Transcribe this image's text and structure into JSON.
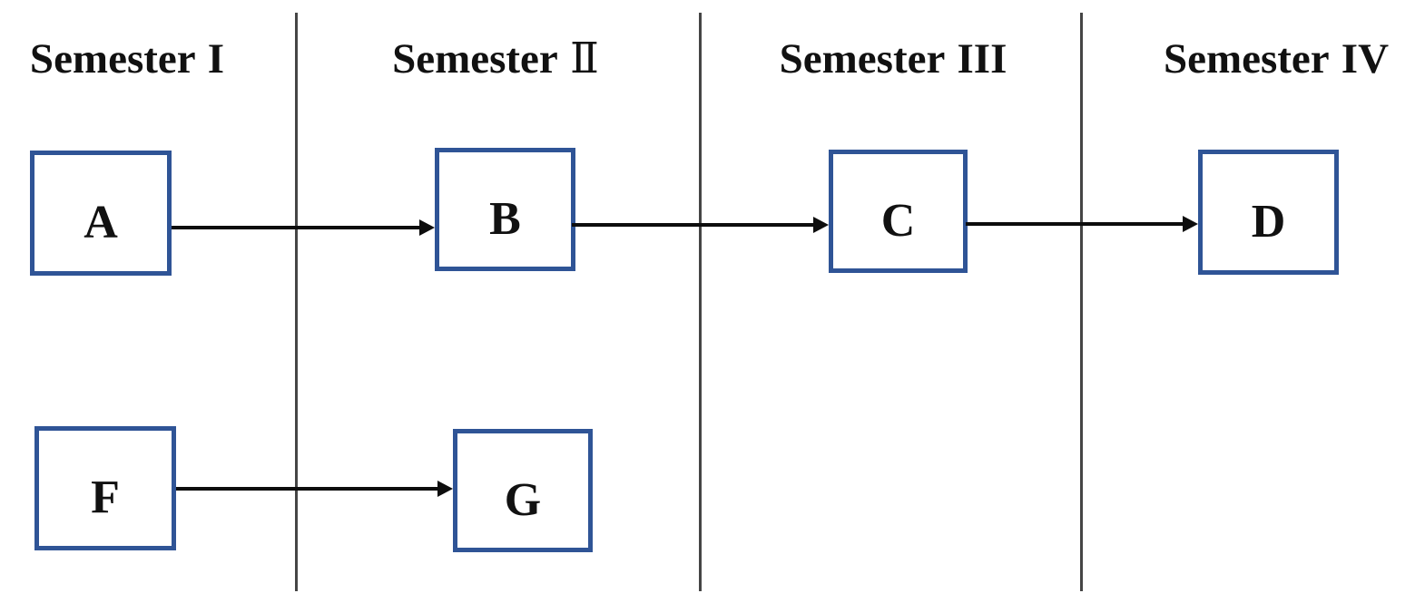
{
  "diagram": {
    "type": "curriculum-flowchart",
    "columns": [
      {
        "word": "Semester",
        "numeral": "I",
        "label": "Semester I"
      },
      {
        "word": "Semester",
        "numeral": "Ⅱ",
        "label": "Semester Ⅱ"
      },
      {
        "word": "Semester",
        "numeral": "III",
        "label": "Semester III"
      },
      {
        "word": "Semester",
        "numeral": "IV",
        "label": "Semester IV"
      }
    ],
    "nodes": [
      {
        "label": "A",
        "semester": "Semester I",
        "row": "top"
      },
      {
        "label": "B",
        "semester": "Semester II",
        "row": "top"
      },
      {
        "label": "C",
        "semester": "Semester III",
        "row": "top"
      },
      {
        "label": "D",
        "semester": "Semester IV",
        "row": "top"
      },
      {
        "label": "F",
        "semester": "Semester I",
        "row": "bottom"
      },
      {
        "label": "G",
        "semester": "Semester II",
        "row": "bottom"
      }
    ],
    "edges": [
      {
        "from": "A",
        "to": "B"
      },
      {
        "from": "B",
        "to": "C"
      },
      {
        "from": "C",
        "to": "D"
      },
      {
        "from": "F",
        "to": "G"
      }
    ],
    "colors": {
      "box_border": "#2f5496",
      "box_fill": "#ffffff",
      "arrow": "#0d0d0d",
      "divider": "#454545",
      "text": "#111111",
      "background": "#ffffff"
    }
  }
}
